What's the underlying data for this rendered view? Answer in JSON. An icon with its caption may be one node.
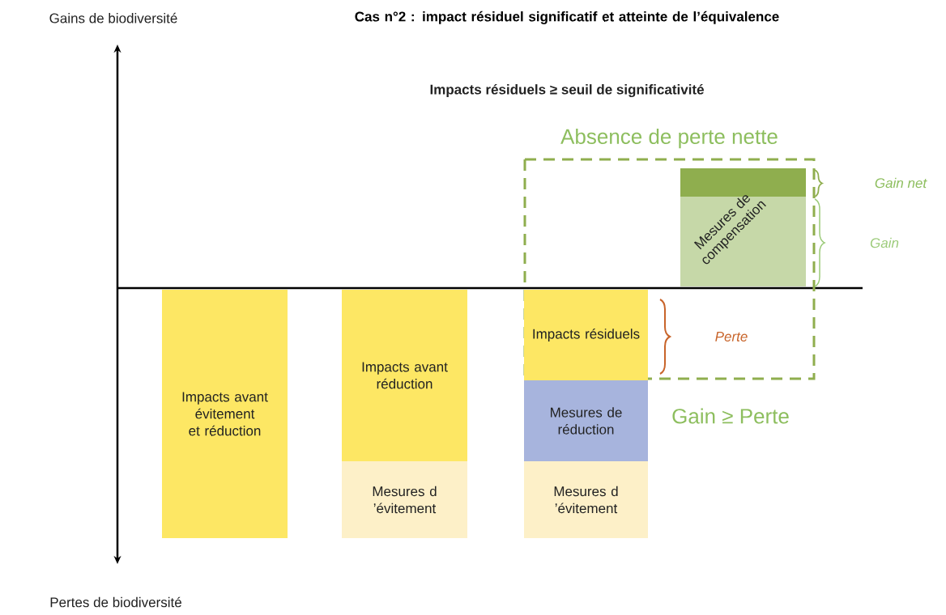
{
  "diagram": {
    "title": "Cas n°2 : impact résiduel significatif et atteinte de l’équivalence",
    "nodes": [
      {
        "text": [
          "Absence de perte nette"
        ]
      },
      {
        "text": [
          "Impacts avant évitement et réduction"
        ]
      },
      {
        "text": [
          "Impacts avant réduction"
        ]
      },
      {
        "text": [
          "Mesures d ’évitement"
        ]
      },
      {
        "text": [
          "Impacts résiduels"
        ],
        "in": 0
      },
      {
        "text": [
          "Mesures de réduction"
        ]
      },
      {
        "text": [
          "Mesures d ’évitement"
        ]
      },
      {
        "text": [
          "Mesures de compensation"
        ],
        "in": 0
      }
    ],
    "labels": [
      "Gains de biodiversité",
      "Impacts résiduels ≥ seuil de significativité",
      "Gain net",
      "Gain",
      "Perte",
      "Gain ≥ Perte",
      "Pertes de biodiversité"
    ]
  }
}
